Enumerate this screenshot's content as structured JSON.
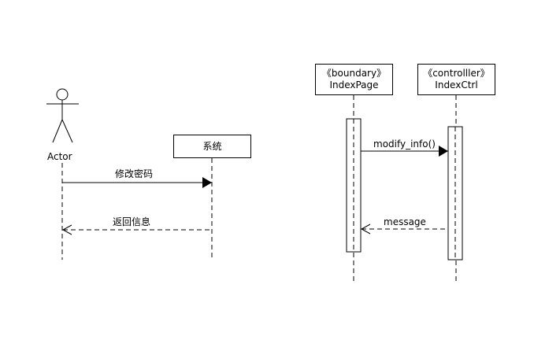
{
  "left_diagram": {
    "actor": {
      "label": "Actor"
    },
    "system": {
      "label": "系统"
    },
    "messages": [
      {
        "label": "修改密码"
      },
      {
        "label": "返回信息"
      }
    ]
  },
  "right_diagram": {
    "boundary": {
      "stereotype": "《boundary》",
      "name": "IndexPage"
    },
    "controller": {
      "stereotype": "《controlller》",
      "name": "IndexCtrl"
    },
    "messages": [
      {
        "label": "modify_info()"
      },
      {
        "label": "message"
      }
    ]
  }
}
